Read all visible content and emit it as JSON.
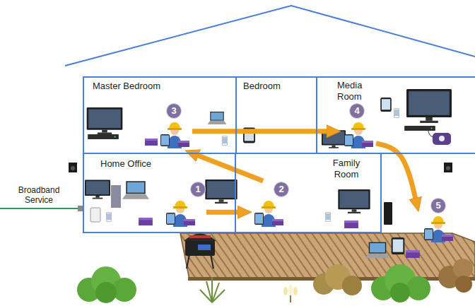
{
  "diagram": {
    "nodes": [
      {
        "text": [
          "Master Bedroom"
        ]
      },
      {
        "text": [
          "3"
        ],
        "in": 0
      },
      {
        "text": [
          "Bedroom"
        ]
      },
      {
        "text": [
          "Media Room"
        ]
      },
      {
        "text": [
          "4"
        ],
        "in": 3
      },
      {
        "text": [
          "Home Office"
        ]
      },
      {
        "text": [
          "1"
        ],
        "in": 5
      },
      {
        "text": [
          "Family Room"
        ]
      },
      {
        "text": [
          "2"
        ],
        "in": 7
      },
      {
        "text": [
          "5"
        ]
      }
    ],
    "edges": [
      {
        "from": 6,
        "to": 8,
        "arrow": "to"
      },
      {
        "from": 8,
        "to": 1,
        "arrow": "to"
      },
      {
        "from": 1,
        "to": 4,
        "arrow": "to"
      },
      {
        "from": 4,
        "to": 9,
        "arrow": "to"
      }
    ],
    "labels": [
      "Broadband Service"
    ]
  }
}
